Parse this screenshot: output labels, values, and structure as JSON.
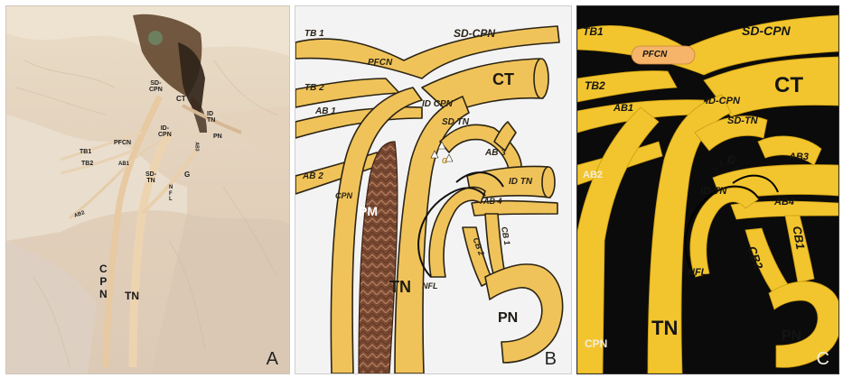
{
  "panels": {
    "a": {
      "letter": "A",
      "labels": {
        "sdcpn": "SD-\nCPN",
        "ct": "CT",
        "idcpn": "ID-\nCPN",
        "idtn": "ID\nTN",
        "pn": "PN",
        "abs": "AB3",
        "pfcn": "PFCN",
        "tb1": "TB1",
        "tb2": "TB2",
        "ab1": "AB1",
        "sdtn": "SD-\nTN",
        "g": "G",
        "nfl": "N\nF\nL",
        "ab2": "AB2",
        "cpn": "C\nP\nN",
        "tn": "TN"
      }
    },
    "b": {
      "letter": "B",
      "labels": {
        "tb1": "TB 1",
        "sdcpn": "SD-CPN",
        "pfcn": "PFCN",
        "tb2": "TB 2",
        "ct": "CT",
        "ab1": "AB 1",
        "idcpn": "ID CPN",
        "sdtn": "SD TN",
        "ab3": "AB 3",
        "g": "G",
        "ab2": "AB 2",
        "idtn": "ID TN",
        "cpn": "CPN",
        "ab4": "AB 4",
        "pm": "PM",
        "cb1": "CB 1",
        "cb2": "CB 2",
        "nfl": "NFL",
        "tn": "TN",
        "pn": "PN"
      }
    },
    "c": {
      "letter": "C",
      "labels": {
        "tb1": "TB1",
        "pfcn": "PFCN",
        "sdcpn": "SD-CPN",
        "tb2": "TB2",
        "ct": "CT",
        "ab1": "AB1",
        "idcpn": "ID-CPN",
        "sdtn": "SD-TN",
        "g": "G",
        "ab3": "AB3",
        "ab2": "AB2",
        "idtn": "ID-TN",
        "ab4": "AB4",
        "cb1": "CB1",
        "cb2": "CB2",
        "nfl": "NFL",
        "cpn": "CPN",
        "tn": "TN",
        "pn": "PN"
      }
    }
  },
  "colors": {
    "photo_tissue": "#e6d6c1",
    "photo_nerve": "#ead0a6",
    "photo_dark": "#4b3a28",
    "diagram_bg": "#f3f3f4",
    "nerve_yellow": "#f0c35a",
    "nerve_outline": "#2b2414",
    "muscle_brown": "#7a4a33",
    "panel_c_bg": "#0b0b0b",
    "panel_c_yellow": "#f2c52e"
  }
}
